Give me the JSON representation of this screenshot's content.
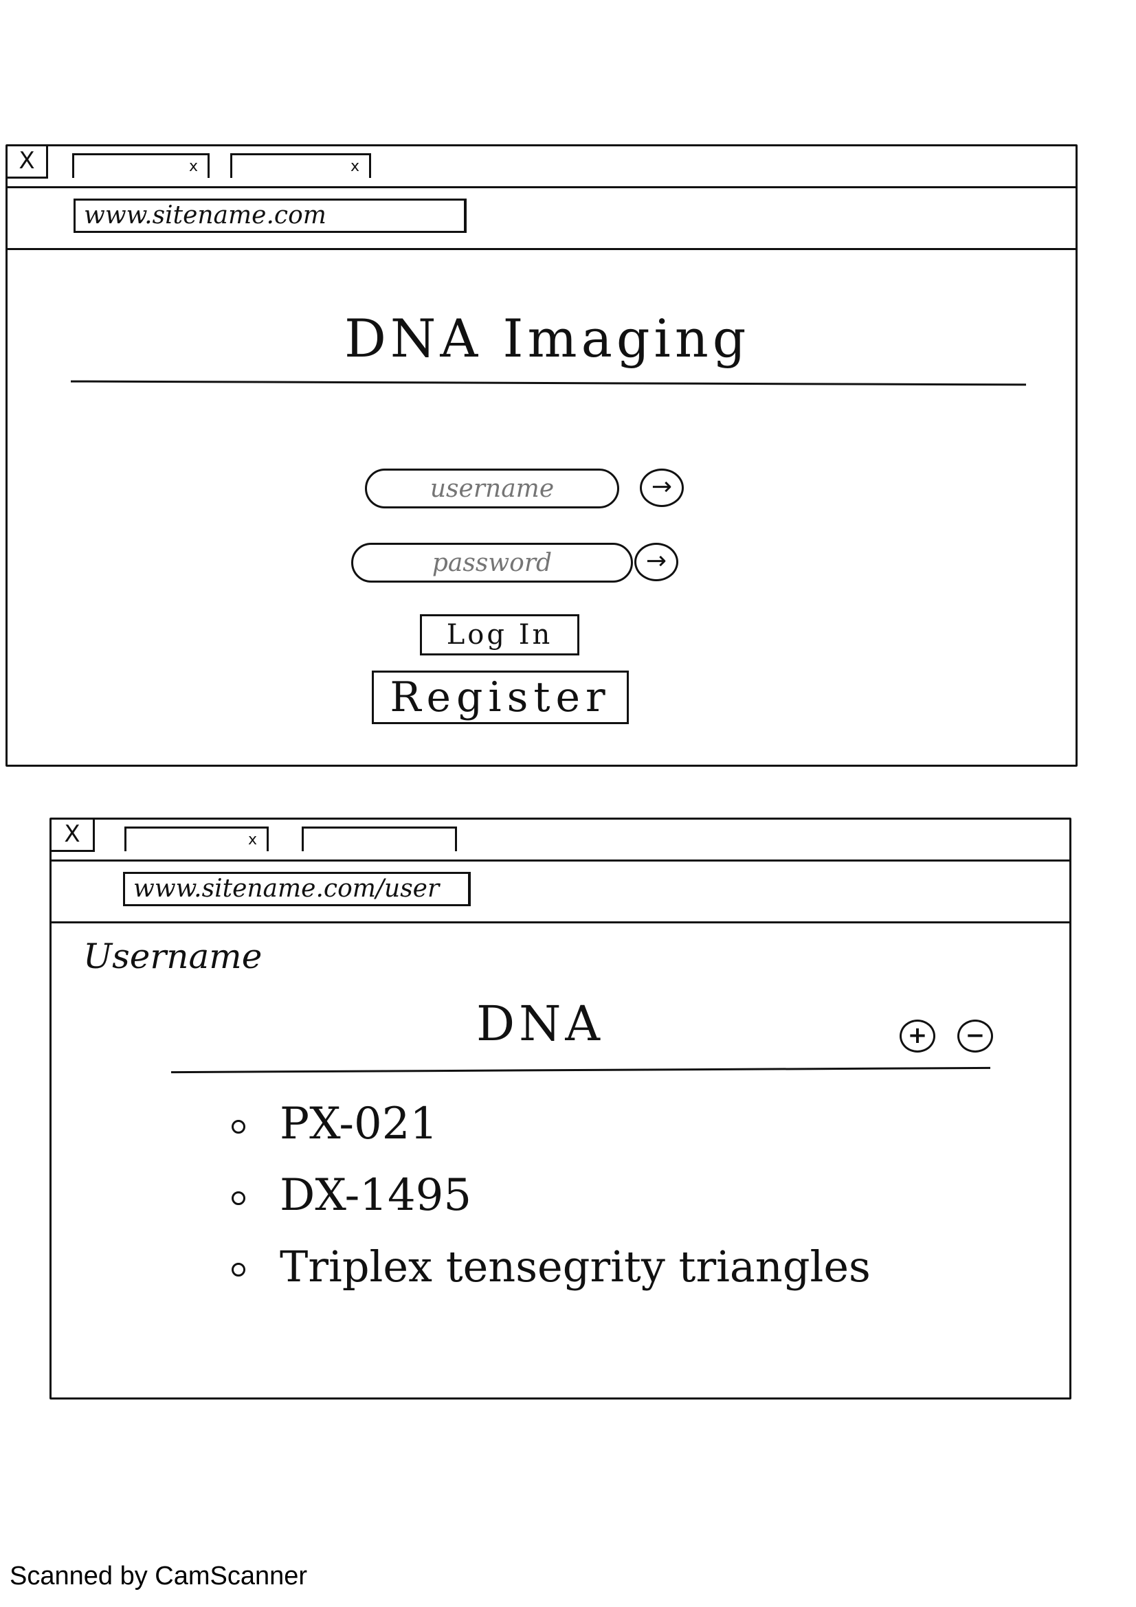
{
  "login_window": {
    "close_glyph": "X",
    "tabs": [
      {
        "close_glyph": "x"
      },
      {
        "close_glyph": "x"
      }
    ],
    "url": "www.sitename.com",
    "title": "DNA Imaging",
    "username_placeholder": "username",
    "password_placeholder": "password",
    "arrow_glyph": "→",
    "login_label": "Log In",
    "register_label": "Register"
  },
  "user_window": {
    "close_glyph": "X",
    "tabs": [
      {
        "close_glyph": "x"
      },
      {
        "close_glyph": ""
      }
    ],
    "url": "www.sitename.com/user",
    "user_heading": "Username",
    "section_title": "DNA",
    "add_glyph": "+",
    "remove_glyph": "−",
    "items": [
      "PX-021",
      "DX-1495",
      "Triplex tensegrity triangles"
    ]
  },
  "footer": {
    "text": "Scanned by CamScanner"
  },
  "icons": {
    "close": "close-icon",
    "tab_close": "tab-close-icon",
    "arrow": "arrow-right-icon",
    "add": "plus-icon",
    "remove": "minus-icon",
    "bullet": "bullet-icon"
  },
  "colors": {
    "ink": "#111111",
    "paper": "#ffffff"
  }
}
